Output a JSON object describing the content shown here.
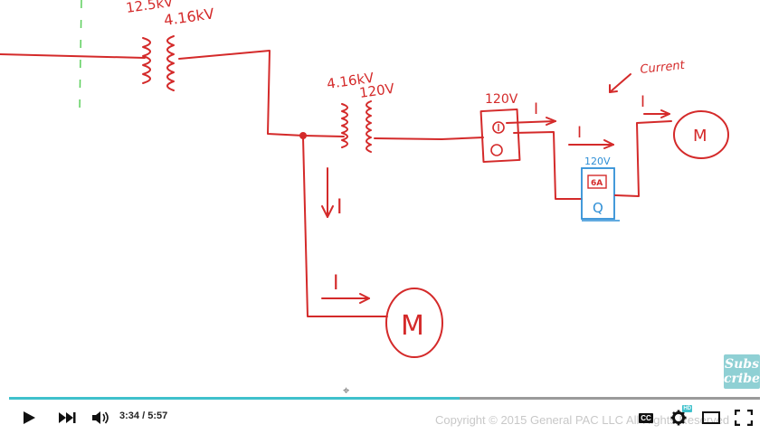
{
  "player": {
    "time_current": "3:34",
    "time_separator": " / ",
    "time_total": "5:57",
    "progress": 0.6,
    "accent_color": "#3fc1cc",
    "copyright_text": "Copyright © 2015 General PAC LLC All Rights Reserved",
    "subscribe_label": "Subs cribe",
    "cc_label": "CC",
    "hd_label": "HD"
  },
  "diagram": {
    "ink_color": "#d42a2a",
    "xfmr1_primary": "12.5kV",
    "xfmr1_secondary": "4.16kV",
    "xfmr2_primary": "4.16kV",
    "xfmr2_secondary": "120V",
    "receptacle_top_label": "120V",
    "receptacle2_label": "120V",
    "receptacle2_fuse": "6A",
    "current_note": "Current",
    "current_symbol": "I",
    "motor_label": "M"
  },
  "icons": {
    "play": "play-icon",
    "next": "next-icon",
    "volume": "volume-icon",
    "captions": "captions-icon",
    "settings": "gear-icon",
    "theater": "theater-mode-icon",
    "fullscreen": "fullscreen-icon"
  }
}
